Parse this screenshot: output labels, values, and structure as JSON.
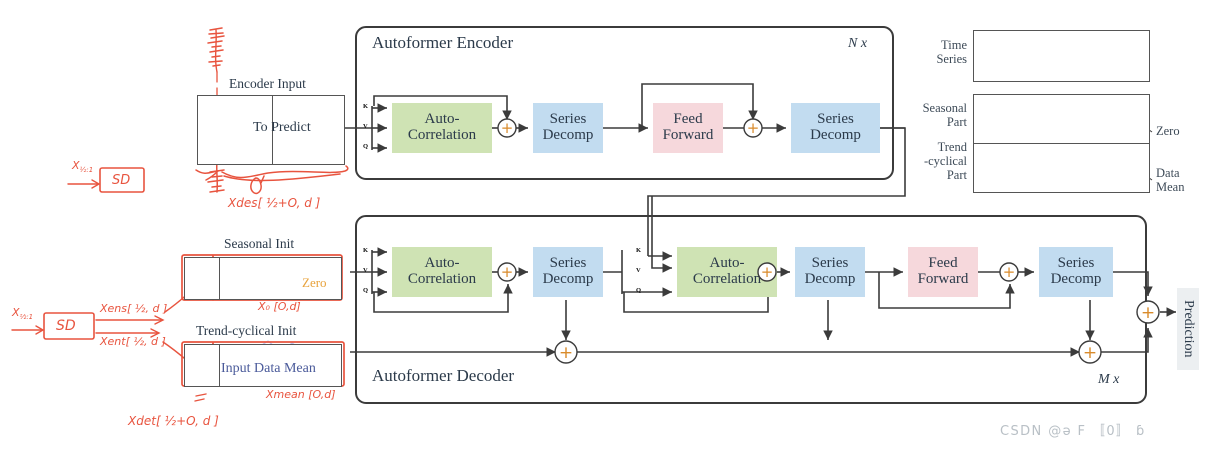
{
  "figure": {
    "encoder": {
      "title": "Autoformer Encoder",
      "repeat": "N x"
    },
    "decoder": {
      "title": "Autoformer Decoder",
      "repeat": "M x"
    }
  },
  "inputs": {
    "encoder_input_label": "Encoder Input",
    "to_predict_label": "To Predict",
    "seasonal_init_label": "Seasonal Init",
    "trend_init_label": "Trend-cyclical Init",
    "zero_label": "Zero",
    "input_data_mean_label": "Input Data Mean"
  },
  "blocks": {
    "auto_correlation": "Auto-\nCorrelation",
    "auto_correlation_l1": "Auto-",
    "auto_correlation_l2": "Correlation",
    "series_decomp_l1": "Series",
    "series_decomp_l2": "Decomp",
    "feed_forward_l1": "Feed",
    "feed_forward_l2": "Forward",
    "prediction": "Prediction"
  },
  "kvq": {
    "k": "K",
    "v": "V",
    "q": "Q"
  },
  "operators": {
    "add": "+"
  },
  "legend": {
    "rows": [
      {
        "name": "Time Series",
        "l1": "Time",
        "l2": "Series",
        "side": ""
      },
      {
        "name": "Seasonal Part",
        "l1": "Seasonal",
        "l2": "Part",
        "side": "Zero"
      },
      {
        "name": "Trend-cyclical Part",
        "l1": "Trend",
        "l2": "-cyclical",
        "l3": "Part",
        "side_l1": "Data",
        "side_l2": "Mean"
      }
    ]
  },
  "annotations": {
    "sd_box": "SD",
    "x_enc_in": "X",
    "x_des": "Xdes",
    "x_det": "Xdet",
    "x_ens": "Xens",
    "x_ent": "Xent",
    "x_zero": "X₀ [O,d]",
    "x_mean": "Xmean [O,d]",
    "zero_mark": "O",
    "dim_half_plus_o": "[ ½+O, d ]",
    "dim_half_d": "[ ½, d ]",
    "idx_half_1": "½:1",
    "idx_2_half_1": "²⁄₂:1"
  },
  "colors": {
    "auto_correlation": "#cfe3b4",
    "series_decomp": "#c2dcf0",
    "feed_forward": "#f6d8dc",
    "handwriting": "#e8543f",
    "seasonal_orange": "#f5a623",
    "trend_blue": "#3b4bd8",
    "line": "#3b3b3b",
    "prediction_bg": "#eceff1"
  },
  "watermark": "CSDN @ə F 〚0〛 ɓ"
}
